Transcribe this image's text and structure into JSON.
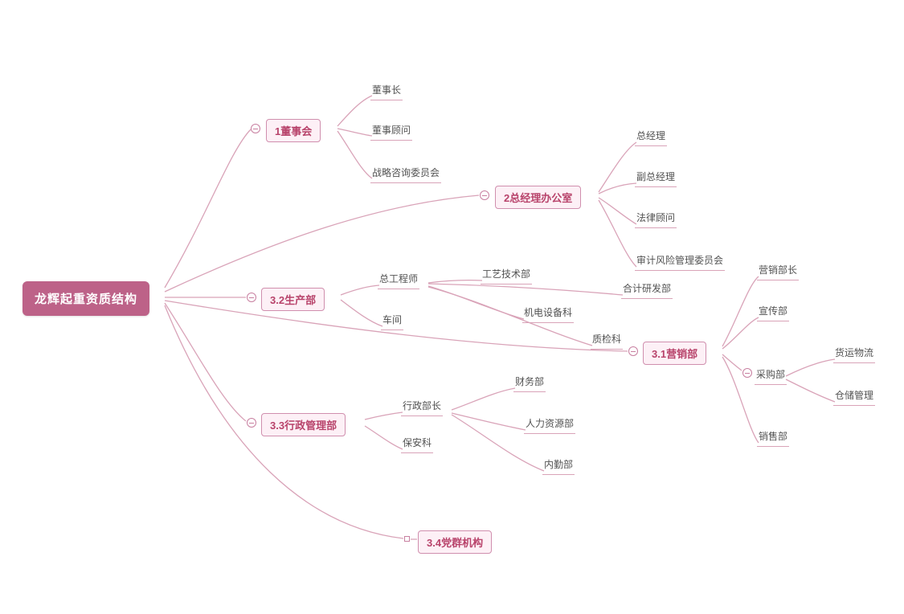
{
  "colors": {
    "root_fill": "#bd6288",
    "root_text": "#ffffff",
    "connector": "#d9a3b8",
    "box_fill": "#fdf0f6",
    "box_border": "#d08fae",
    "box_text": "#b8436b",
    "leaf_text": "#525252",
    "expander_border": "#c87fa0"
  },
  "tree": {
    "label": "龙辉起重资质结构",
    "children": [
      {
        "label": "1董事会",
        "expander": "minus",
        "children": [
          {
            "label": "董事长"
          },
          {
            "label": "董事顾问"
          },
          {
            "label": "战略咨询委员会"
          }
        ]
      },
      {
        "label": "2总经理办公室",
        "expander": "minus",
        "children": [
          {
            "label": "总经理"
          },
          {
            "label": "副总经理"
          },
          {
            "label": "法律顾问"
          },
          {
            "label": "审计风险管理委员会"
          }
        ]
      },
      {
        "label": "3.2生产部",
        "expander": "minus",
        "children": [
          {
            "label": "总工程师",
            "children": [
              {
                "label": "工艺技术部"
              },
              {
                "label": "合计研发部"
              },
              {
                "label": "机电设备科"
              },
              {
                "label": "质检科"
              }
            ]
          },
          {
            "label": "车间"
          }
        ]
      },
      {
        "label": "3.1营销部",
        "expander": "minus",
        "children": [
          {
            "label": "营销部长"
          },
          {
            "label": "宣传部"
          },
          {
            "label": "采购部",
            "expander": "minus",
            "children": [
              {
                "label": "货运物流"
              },
              {
                "label": "仓储管理"
              }
            ]
          },
          {
            "label": "销售部"
          }
        ]
      },
      {
        "label": "3.3行政管理部",
        "expander": "minus",
        "children": [
          {
            "label": "行政部长",
            "children": [
              {
                "label": "财务部"
              },
              {
                "label": "人力资源部"
              },
              {
                "label": "内勤部"
              }
            ]
          },
          {
            "label": "保安科"
          }
        ]
      },
      {
        "label": "3.4党群机构",
        "expander": "square"
      }
    ]
  }
}
